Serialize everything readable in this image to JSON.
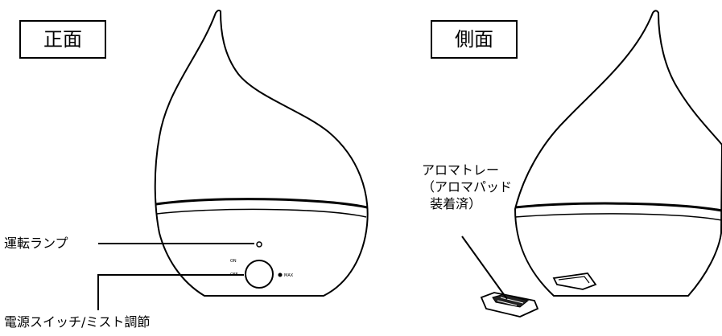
{
  "views": {
    "front": {
      "label": "正面"
    },
    "side": {
      "label": "側面"
    }
  },
  "callouts": {
    "lamp": "運転ランプ",
    "switch": "電源スイッチ/ミスト調節",
    "tray": [
      "アロマトレー",
      "（アロマパッド",
      "  装着済）"
    ]
  },
  "panel_markings": {
    "on": "ON",
    "off": "OFF",
    "max": "MAX"
  },
  "colors": {
    "line": "#000000",
    "background": "#ffffff"
  }
}
